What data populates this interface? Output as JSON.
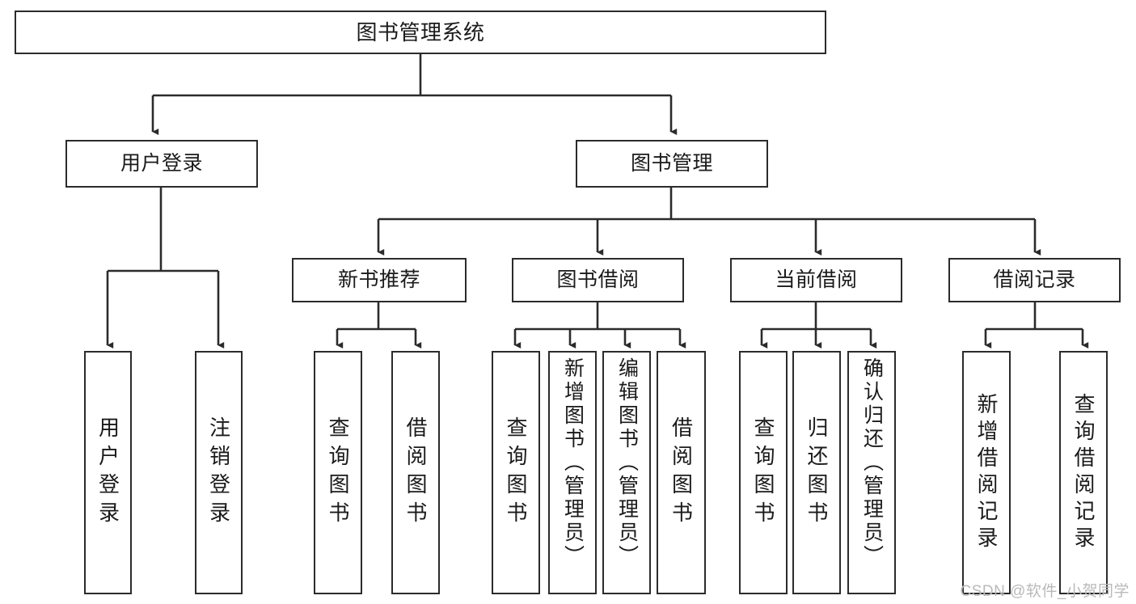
{
  "diagram": {
    "title": "图书管理系统",
    "type": "tree-hierarchy",
    "watermark": "CSDN @软件_小贺同学",
    "colors": {
      "stroke": "#2b2b2b",
      "fill": "#ffffff",
      "text": "#1a1a1a",
      "watermark": "#b9b9b9"
    },
    "nodes": {
      "root": {
        "label": "图书管理系统"
      },
      "level2": [
        {
          "id": "user-login",
          "label": "用户登录"
        },
        {
          "id": "book-manage",
          "label": "图书管理"
        }
      ],
      "level3": [
        {
          "id": "new-book-recommend",
          "label": "新书推荐"
        },
        {
          "id": "book-borrow",
          "label": "图书借阅"
        },
        {
          "id": "current-borrow",
          "label": "当前借阅"
        },
        {
          "id": "borrow-record",
          "label": "借阅记录"
        }
      ],
      "leaves": {
        "user_login": [
          {
            "id": "leaf-user-login",
            "label": "用户登录"
          },
          {
            "id": "leaf-logout-login",
            "label": "注销登录"
          }
        ],
        "new_book_recommend": [
          {
            "id": "leaf-query-book-1",
            "label": "查询图书"
          },
          {
            "id": "leaf-borrow-book-1",
            "label": "借阅图书"
          }
        ],
        "book_borrow": [
          {
            "id": "leaf-query-book-2",
            "label": "查询图书"
          },
          {
            "id": "leaf-add-book",
            "label": "新增图书（管理员）"
          },
          {
            "id": "leaf-edit-book",
            "label": "编辑图书（管理员）"
          },
          {
            "id": "leaf-borrow-book-2",
            "label": "借阅图书"
          }
        ],
        "current_borrow": [
          {
            "id": "leaf-query-book-3",
            "label": "查询图书"
          },
          {
            "id": "leaf-return-book",
            "label": "归还图书"
          },
          {
            "id": "leaf-confirm-return",
            "label": "确认归还（管理员）"
          }
        ],
        "borrow_record": [
          {
            "id": "leaf-add-record",
            "label": "新增借阅记录"
          },
          {
            "id": "leaf-query-record",
            "label": "查询借阅记录"
          }
        ]
      }
    }
  }
}
